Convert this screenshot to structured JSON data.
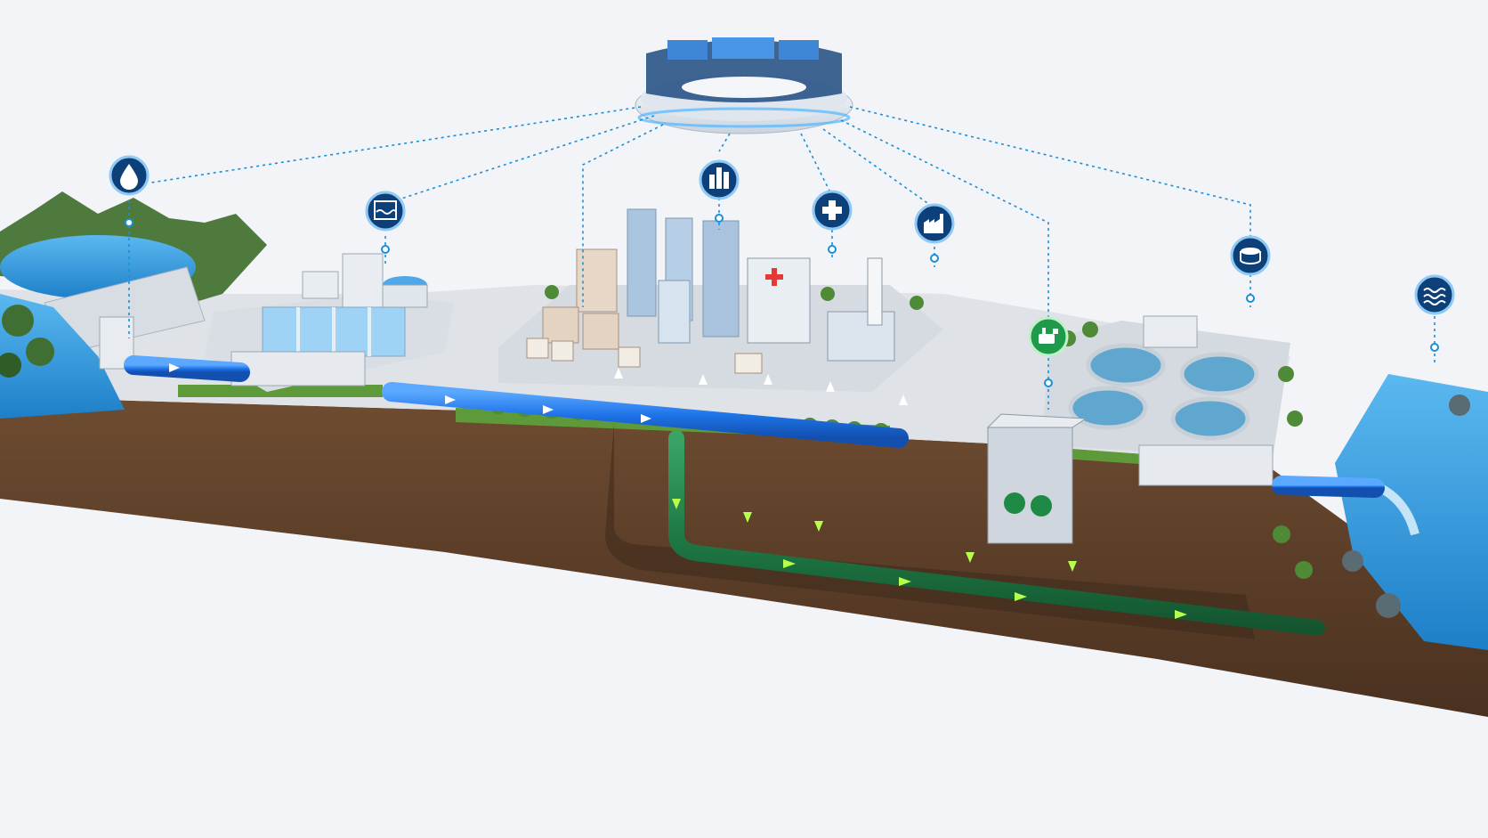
{
  "scene": {
    "description_free": true,
    "nodes": [
      {
        "id": "control-center",
        "icon": "control-room-icon"
      },
      {
        "id": "reservoir",
        "icon": "water-drop-icon"
      },
      {
        "id": "treatment-plant",
        "icon": "water-treatment-icon"
      },
      {
        "id": "city",
        "icon": "city-buildings-icon"
      },
      {
        "id": "hospital",
        "icon": "medical-cross-icon"
      },
      {
        "id": "factory",
        "icon": "factory-icon"
      },
      {
        "id": "pump-station",
        "icon": "pump-icon"
      },
      {
        "id": "wastewater-plant",
        "icon": "sedimentation-tank-icon"
      },
      {
        "id": "river-outfall",
        "icon": "water-waves-icon"
      }
    ]
  },
  "colors": {
    "background": "#f2f4f7",
    "icon_badge": "#0d3f78",
    "icon_badge_green": "#1e9a4a",
    "link_line": "#1b8fd6",
    "clean_pipe": "#1e73e8",
    "waste_pipe": "#1f7a45",
    "waste_arrow": "#b6ff4d",
    "soil": "#6b4a2f",
    "soil_dark": "#4d3421",
    "grass": "#5f9a3a",
    "water": "#3aa0e0"
  }
}
